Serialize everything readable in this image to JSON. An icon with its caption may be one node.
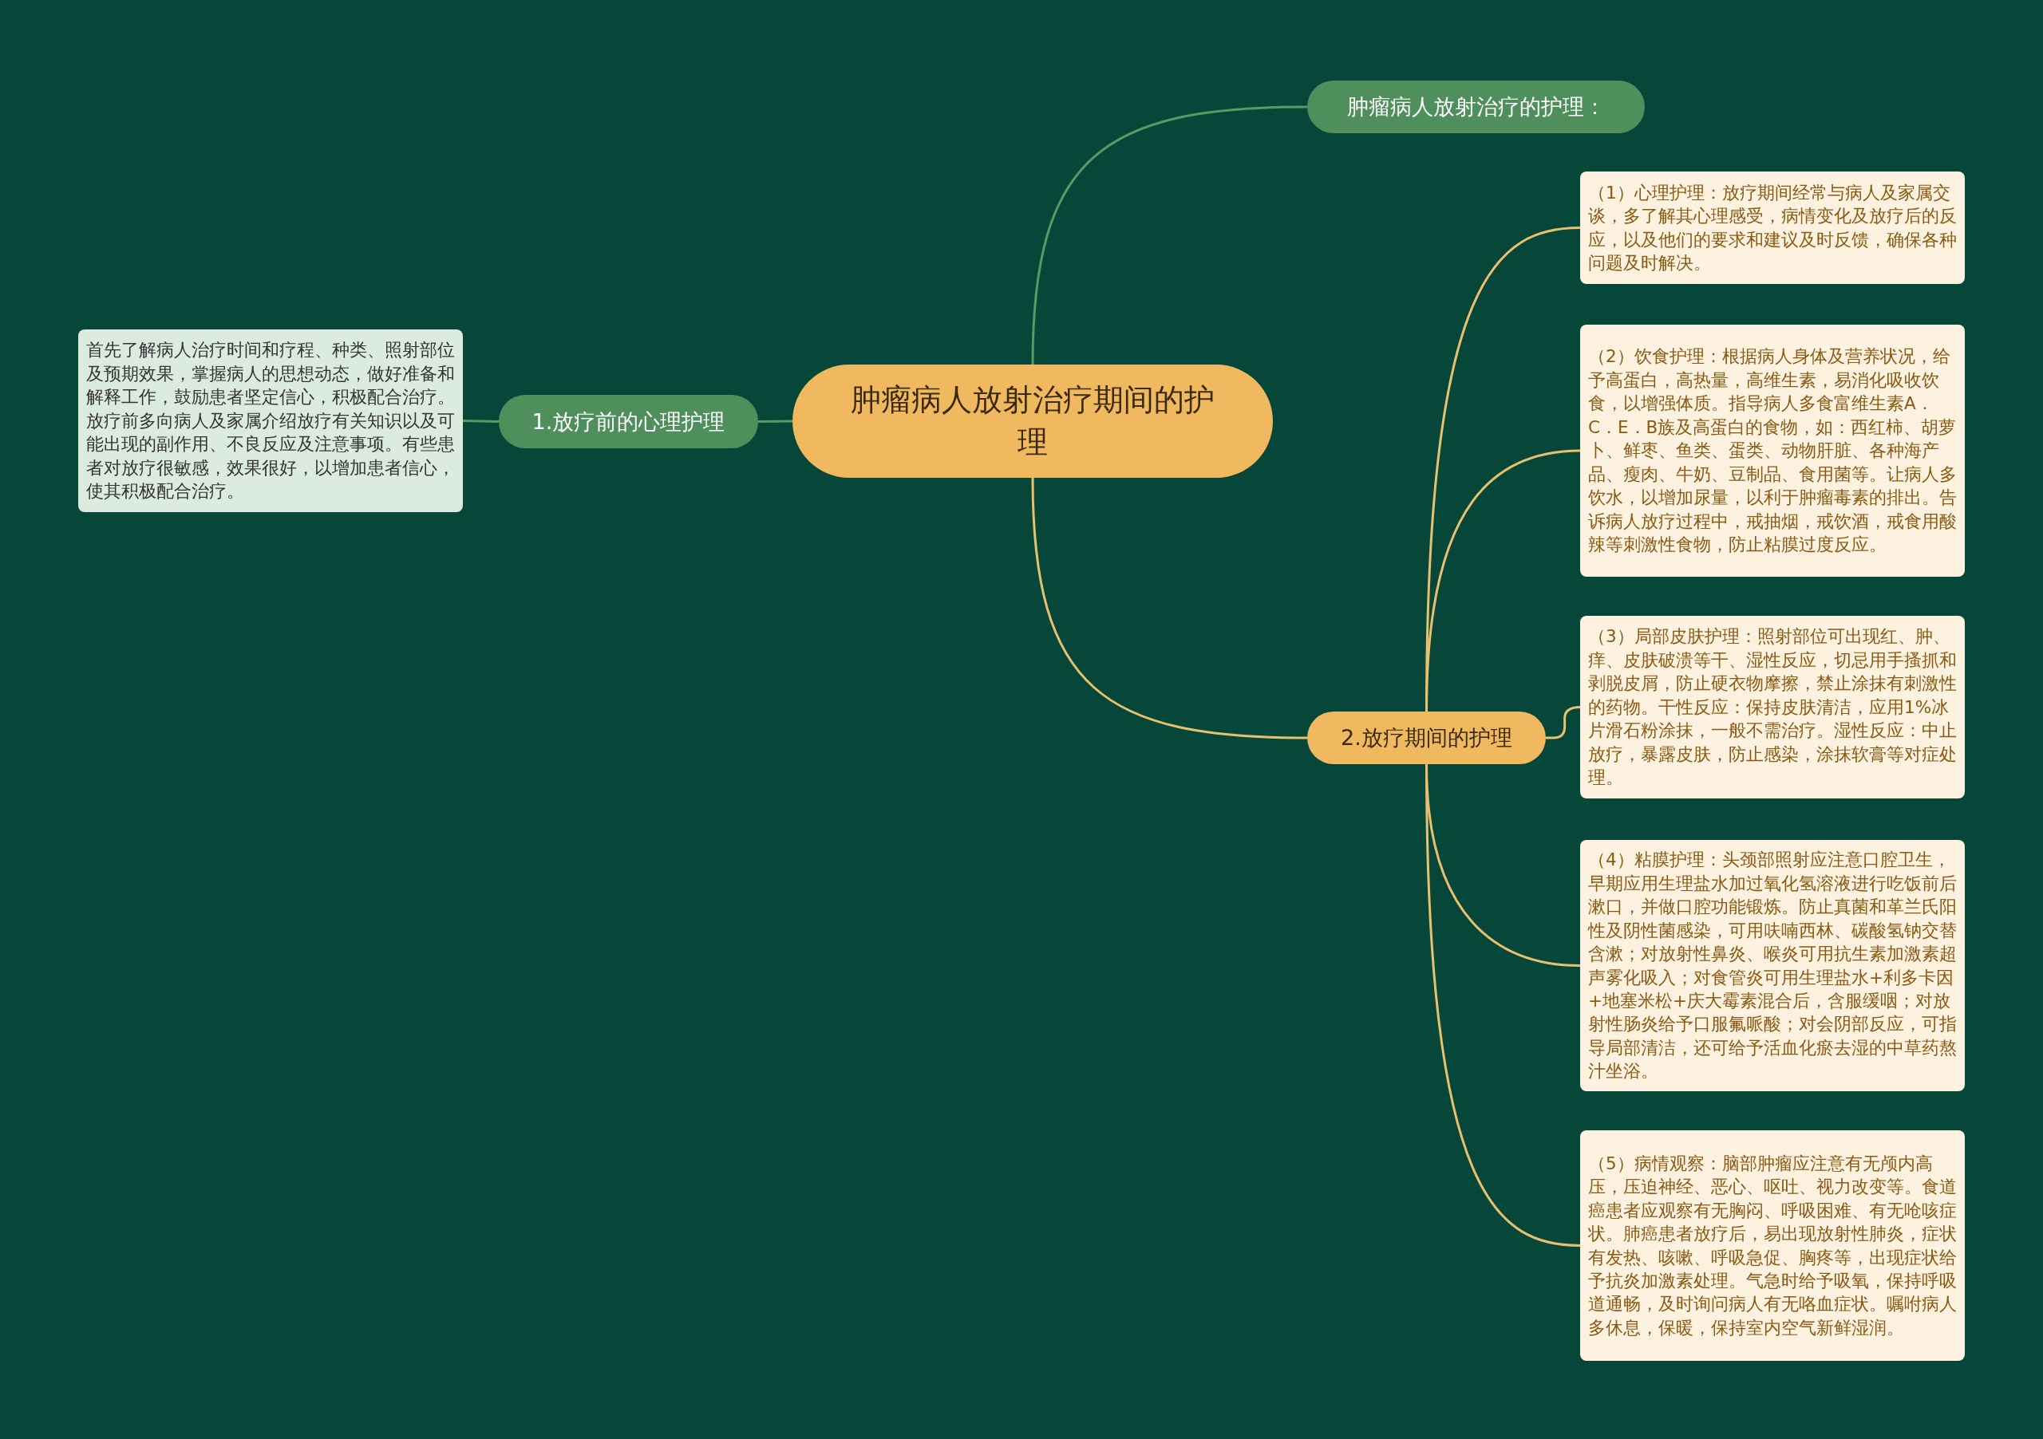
{
  "diagram": {
    "nodes": [
      {
        "text": [
          "肿瘤病人放射治疗期间的护理"
        ]
      },
      {
        "text": [
          "肿瘤病人放射治疗的护理："
        ]
      },
      {
        "text": [
          "1.放疗前的心理护理"
        ]
      },
      {
        "text": [
          "首先了解病人治疗时间和疗程、种类、照射部位及预期效果，掌握病人的思想动态，做好准备和解释工作，鼓励患者坚定信心，积极配合治疗。放疗前多向病人及家属介绍放疗有关知识以及可能出现的副作用、不良反应及注意事项。有些患者对放疗很敏感，效果很好，以增加患者信心，使其积极配合治疗。"
        ]
      },
      {
        "text": [
          "2.放疗期间的护理"
        ]
      },
      {
        "text": [
          "（1）心理护理：放疗期间经常与病人及家属交谈，多了解其心理感受，病情变化及放疗后的反应，以及他们的要求和建议及时反馈，确保各种问题及时解决。"
        ]
      },
      {
        "text": [
          "（2）饮食护理：根据病人身体及营养状况，给予高蛋白，高热量，高维生素，易消化吸收饮食，以增强体质。指导病人多食富维生素A．C．E．B族及高蛋白的食物，如：西红柿、胡萝卜、鲜枣、鱼类、蛋类、动物肝脏、各种海产品、瘦肉、牛奶、豆制品、食用菌等。让病人多饮水，以增加尿量，以利于肿瘤毒素的排出。告诉病人放疗过程中，戒抽烟，戒饮酒，戒食用酸辣等刺激性食物，防止粘膜过度反应。"
        ]
      },
      {
        "text": [
          "（3）局部皮肤护理：照射部位可出现红、肿、痒、皮肤破溃等干、湿性反应，切忌用手搔抓和剥脱皮屑，防止硬衣物摩擦，禁止涂抹有刺激性的药物。干性反应：保持皮肤清洁，应用1%冰片滑石粉涂抹，一般不需治疗。湿性反应：中止放疗，暴露皮肤，防止感染，涂抹软膏等对症处理。"
        ]
      },
      {
        "text": [
          "（4）粘膜护理：头颈部照射应注意口腔卫生，早期应用生理盐水加过氧化氢溶液进行吃饭前后漱口，并做口腔功能锻炼。防止真菌和革兰氏阳性及阴性菌感染，可用呋喃西林、碳酸氢钠交替含漱；对放射性鼻炎、喉炎可用抗生素加激素超声雾化吸入；对食管炎可用生理盐水+利多卡因+地塞米松+庆大霉素混合后，含服缓咽；对放射性肠炎给予口服氟哌酸；对会阴部反应，可指导局部清洁，还可给予活血化瘀去湿的中草药熬汁坐浴。"
        ]
      },
      {
        "text": [
          "（5）病情观察：脑部肿瘤应注意有无颅内高压，压迫神经、恶心、呕吐、视力改变等。食道癌患者应观察有无胸闷、呼吸困难、有无呛咳症状。肺癌患者放疗后，易出现放射性肺炎，症状有发热、咳嗽、呼吸急促、胸疼等，出现症状给予抗炎加激素处理。气急时给予吸氧，保持呼吸道通畅，及时询问病人有无咯血症状。嘱咐病人多休息，保暖，保持室内空气新鲜湿润。"
        ]
      }
    ],
    "edges": [
      {
        "from": 0,
        "to": 1,
        "arrow": "none",
        "color": "#5a9a62"
      },
      {
        "from": 0,
        "to": 2,
        "arrow": "none",
        "color": "#5a9a62"
      },
      {
        "from": 2,
        "to": 3,
        "arrow": "none",
        "color": "#5a9a62"
      },
      {
        "from": 0,
        "to": 4,
        "arrow": "none"
      },
      {
        "from": 4,
        "to": 5,
        "arrow": "none"
      },
      {
        "from": 4,
        "to": 6,
        "arrow": "none"
      },
      {
        "from": 4,
        "to": 7,
        "arrow": "none"
      },
      {
        "from": 4,
        "to": 8,
        "arrow": "none"
      },
      {
        "from": 4,
        "to": 9,
        "arrow": "none"
      }
    ]
  }
}
